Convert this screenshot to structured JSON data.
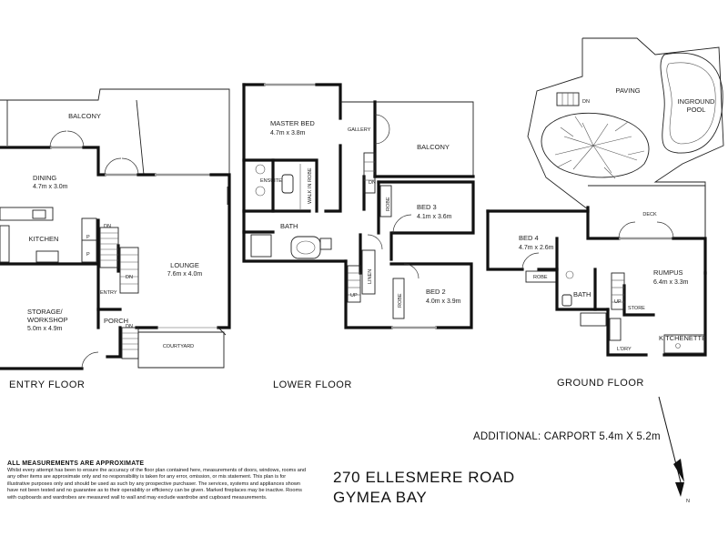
{
  "floors": {
    "entry": {
      "title": "ENTRY  FLOOR",
      "rooms": {
        "balcony": "BALCONY",
        "dining": "DINING",
        "dining_size": "4.7m x 3.0m",
        "kitchen": "KITCHEN",
        "lounge": "LOUNGE",
        "lounge_size": "7.6m x 4.0m",
        "storage_1": "STORAGE/",
        "storage_2": "WORKSHOP",
        "storage_size": "5.0m x 4.9m",
        "entry": "ENTRY",
        "porch": "PORCH",
        "courtyard": "COURTYARD"
      },
      "marks": {
        "dn_1": "DN",
        "dn_2": "DN",
        "dn_3": "DN",
        "p_1": "P",
        "p_2": "P"
      }
    },
    "lower": {
      "title": "LOWER  FLOOR",
      "rooms": {
        "master_bed": "MASTER BED",
        "master_size": "4.7m x 3.8m",
        "gallery": "GALLERY",
        "balcony": "BALCONY",
        "ensuite": "ENSUITE",
        "walk_in_robe": "WALK IN ROBE",
        "bed3": "BED 3",
        "bed3_size": "4.1m x 3.6m",
        "bath": "BATH",
        "robe_1": "ROBE",
        "linen": "LINEN",
        "robe_2": "ROBE",
        "bed2": "BED 2",
        "bed2_size": "4.0m x 3.9m"
      },
      "marks": {
        "dn": "DN",
        "up": "UP"
      }
    },
    "ground": {
      "title": "GROUND FLOOR",
      "rooms": {
        "paving": "PAVING",
        "pool_1": "INGROUND",
        "pool_2": "POOL",
        "deck": "DECK",
        "bed4": "BED 4",
        "bed4_size": "4.7m x 2.6m",
        "robe": "ROBE",
        "rumpus": "RUMPUS",
        "rumpus_size": "6.4m x 3.3m",
        "bath": "BATH",
        "store": "STORE",
        "kitchenette": "KITCHENETTE",
        "laundry": "L'DRY"
      },
      "marks": {
        "dn": "DN",
        "up": "UP"
      }
    }
  },
  "address": {
    "line1": "270 ELLESMERE ROAD",
    "line2": "GYMEA BAY"
  },
  "carport": "ADDITIONAL: CARPORT 5.4m X 5.2m",
  "disclaimer": {
    "heading": "ALL MEASUREMENTS ARE APPROXIMATE",
    "body": "Whilst every attempt has been to ensure the accuracy of the floor plan contained here, measurements of doors, windows, rooms and any other items are approximate only and no responsibility is taken for any error, omission, or mis statement. This plan is for illustrative purposes only and should be used as such by any prospective purchaser. The services, systems and appliances shown have not been tested and no guarantee as to their operability or efficiency can be given. Marked fireplaces may be inactive. Rooms with cupboards and wardrobes are measured wall to wall and may exclude wardrobe and cupboard measurements."
  },
  "compass": {
    "label": "N"
  }
}
